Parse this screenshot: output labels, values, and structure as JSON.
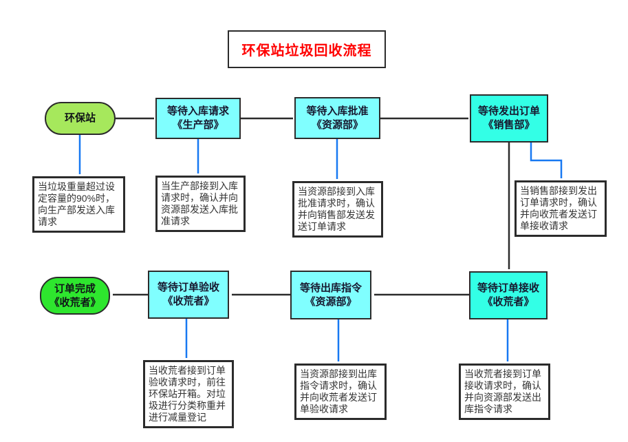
{
  "title": "环保站垃圾回收流程",
  "colors": {
    "pale_cyan": "#80FFFF",
    "turquoise": "#33FFE6",
    "yellow_green": "#A6E85C",
    "bright_green": "#2EE62E",
    "connector_blue": "#1778F2",
    "connector_black": "#2B2B2B",
    "title_red": "#FF0000"
  },
  "flowchart": {
    "nodes": {
      "start": "环保站",
      "wait_inbound_request": "等待入库请求\n《生产部》",
      "wait_inbound_approval": "等待入库批准\n《资源部》",
      "wait_send_order": "等待发出订单\n《销售部》",
      "wait_order_receive": "等待订单接收\n《收荒者》",
      "wait_outbound_command": "等待出库指令\n《资源部》",
      "wait_order_check": "等待订单验收\n《收荒者》",
      "end": "订单完成\n《收荒者》"
    },
    "notes": {
      "station": "当垃圾重量超过设定容量的90%时，向生产部发送入库请求",
      "production": "当生产部接到入库请求时，确认并向资源部发送入库批准请求",
      "resource_approve": "当资源部接到入库批准请求时，确认并向销售部发送发送订单请求",
      "sales": "当销售部接到发出订单请求时，确认并向收荒者发送订单接收请求",
      "collector_check": "当收荒者接到订单验收请求时，前往环保站开箱。对垃圾进行分类称重并进行减量登记",
      "resource_outbound": "当资源部接到出库指令请求时，确认并向收荒者发送订单验收请求",
      "collector_receive": "当收荒者接到订单接收请求时，确认并向资源部发送出库指令请求"
    }
  }
}
